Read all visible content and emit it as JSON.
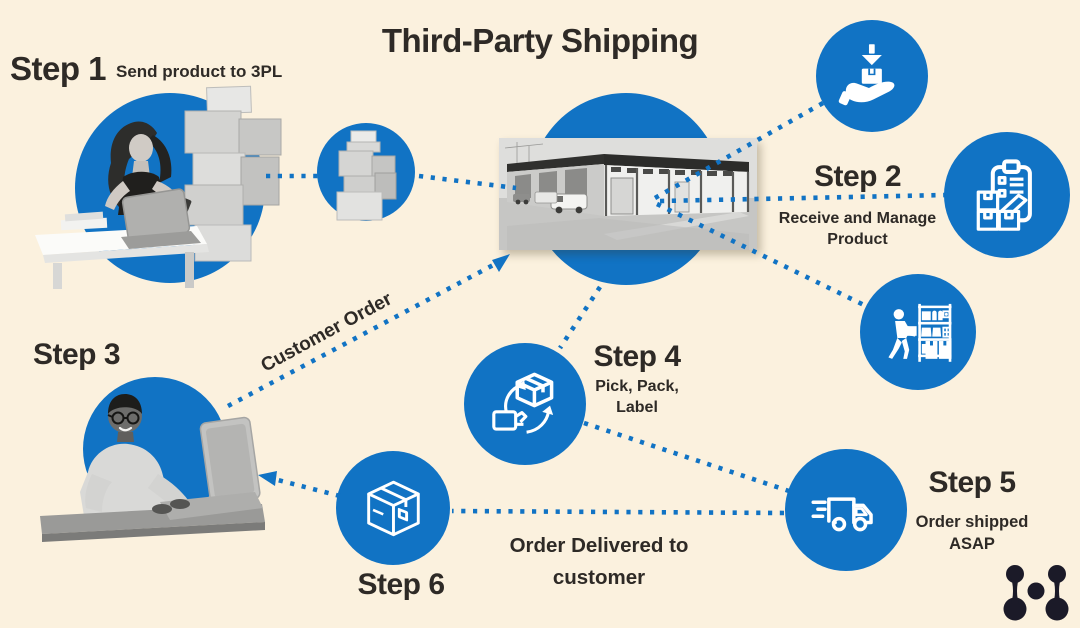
{
  "title": "Third-Party Shipping",
  "colors": {
    "background": "#fbf1de",
    "accent": "#1173c4",
    "text": "#2e2a26",
    "logo": "#1b1a28"
  },
  "steps": [
    {
      "label": "Step 1",
      "description": "Send product to 3PL",
      "visual": "woman-packing-photo"
    },
    {
      "label": "Step 2",
      "description": "Receive and Manage Product",
      "visual": "hand-receive-icon clipboard-checklist-icon warehouse-shelf-icon"
    },
    {
      "label": "Step 3",
      "description": "",
      "visual": "man-ordering-photo"
    },
    {
      "label": "Step 4",
      "description": "Pick, Pack, Label",
      "visual": "pick-pack-icon"
    },
    {
      "label": "Step 5",
      "description": "Order shipped ASAP",
      "visual": "delivery-truck-icon"
    },
    {
      "label": "Step 6",
      "description": "",
      "visual": "package-box-icon"
    }
  ],
  "hub": {
    "visual": "warehouse-photo"
  },
  "intermediate": {
    "visual": "boxes-stack-photo"
  },
  "connectors": {
    "customer_order_label": "Customer Order",
    "order_delivered_label": "Order Delivered to customer"
  },
  "brand": {
    "logo": "molecule-logo"
  }
}
